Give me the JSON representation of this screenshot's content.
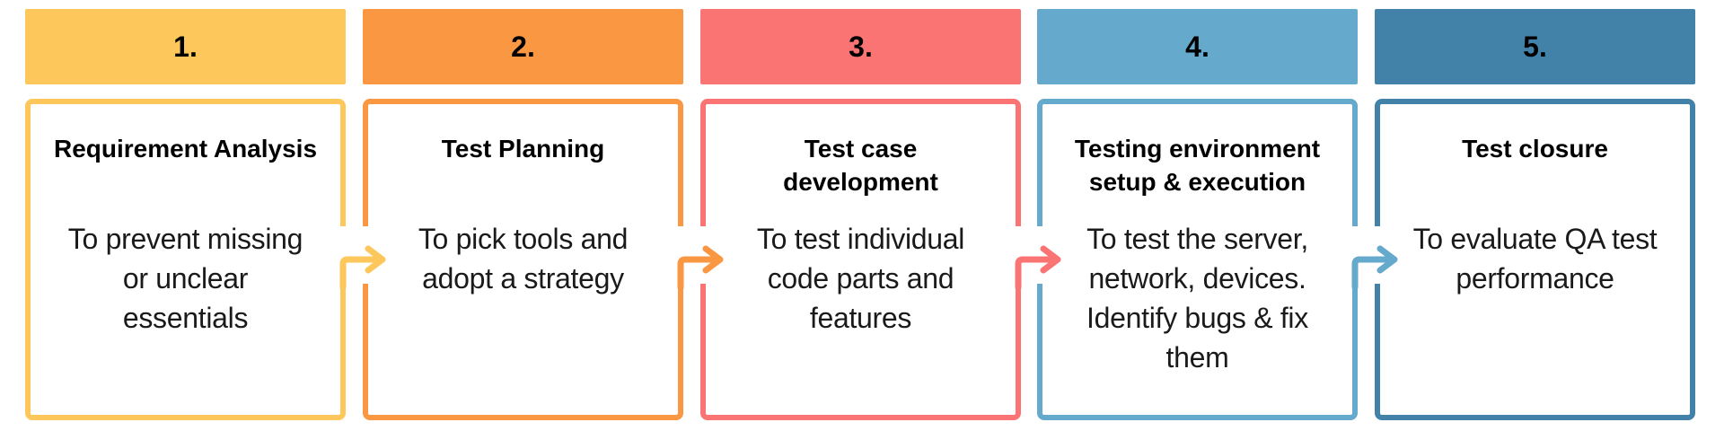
{
  "diagram": {
    "background": "#FFFFFF",
    "steps": [
      {
        "number": "1.",
        "title": "Requirement Analysis",
        "description": "To prevent missing\nor unclear\nessentials",
        "color": "#FDC75C"
      },
      {
        "number": "2.",
        "title": "Test Planning",
        "description": "To pick tools and\nadopt a strategy",
        "color": "#FA9743"
      },
      {
        "number": "3.",
        "title": "Test case\ndevelopment",
        "description": "To test individual\ncode parts and\nfeatures",
        "color": "#FB7474"
      },
      {
        "number": "4.",
        "title": "Testing environment\nsetup & execution",
        "description": "To test the server,\nnetwork, devices.\nIdentify bugs & fix\nthem",
        "color": "#65A9CC"
      },
      {
        "number": "5.",
        "title": "Test closure",
        "description": "To evaluate QA test\nperformance",
        "color": "#4281A8"
      }
    ],
    "arrows": [
      {
        "from": "1",
        "to": "2",
        "color": "#FDC75C"
      },
      {
        "from": "2",
        "to": "3",
        "color": "#FA9743"
      },
      {
        "from": "3",
        "to": "4",
        "color": "#FB7474"
      },
      {
        "from": "4",
        "to": "5",
        "color": "#65A9CC"
      }
    ]
  }
}
